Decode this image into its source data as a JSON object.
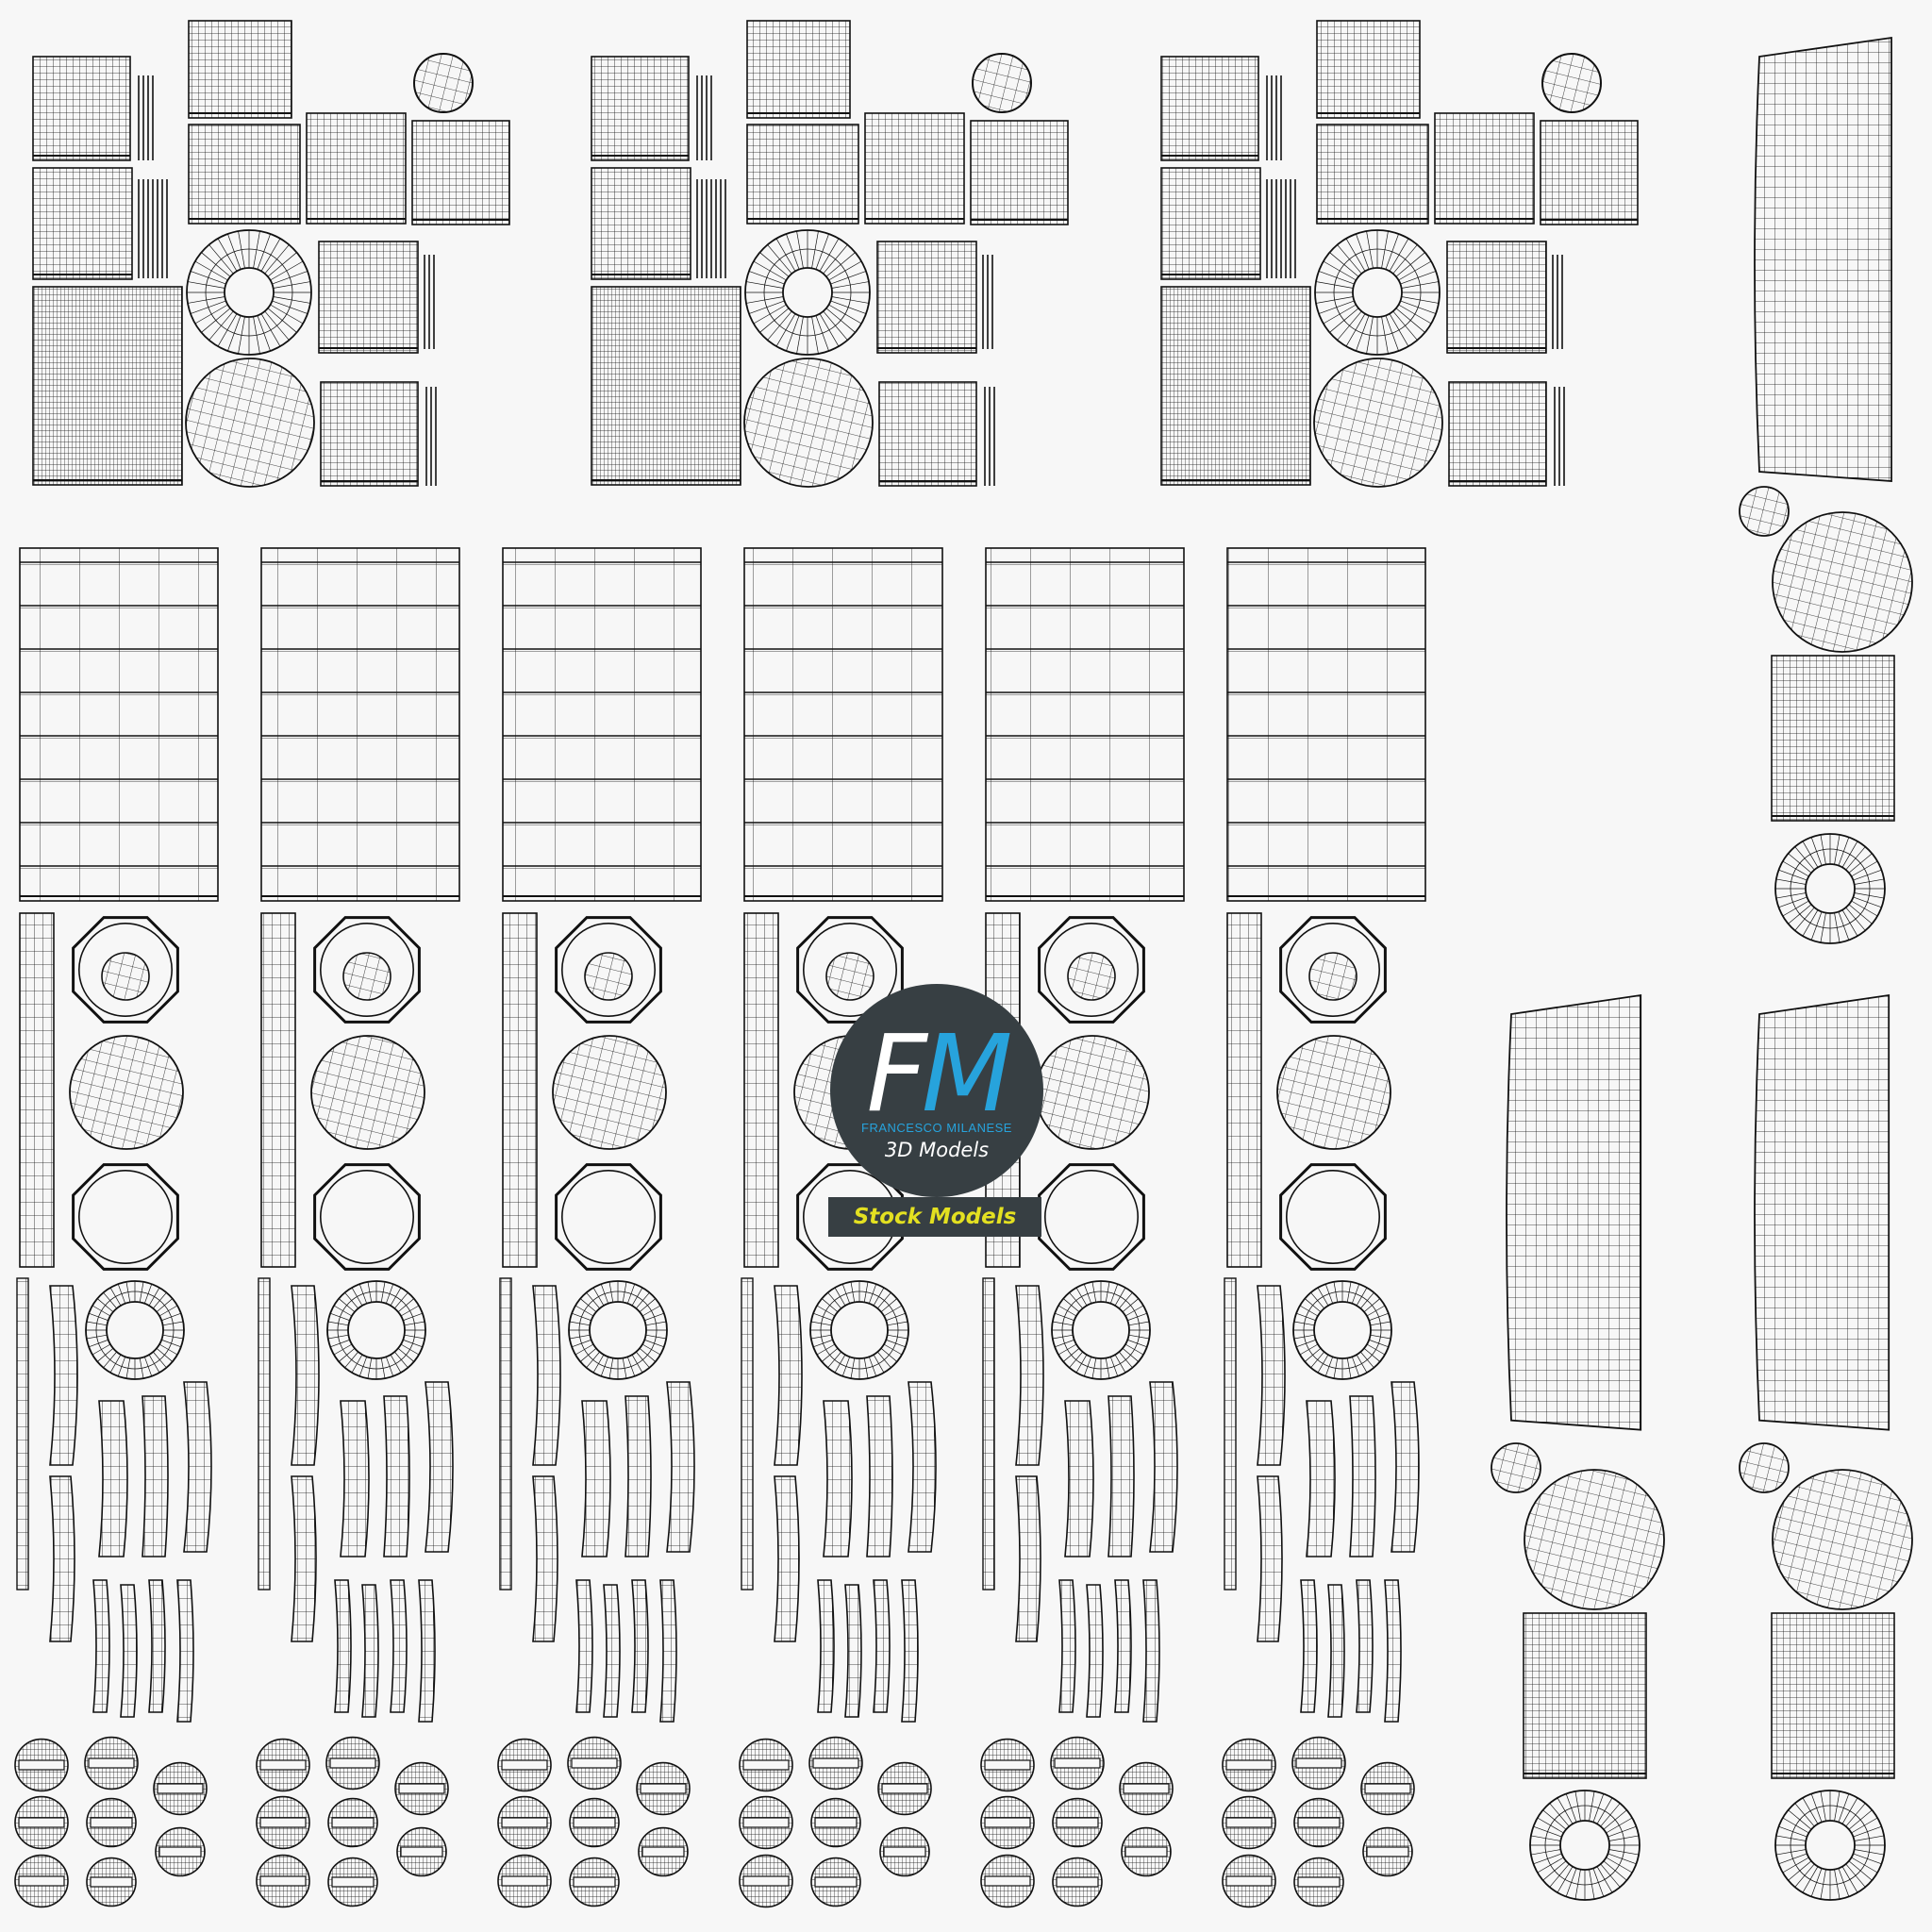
{
  "logo": {
    "letter_f": "F",
    "letter_m": "M",
    "brand": "FRANCESCO MILANESE",
    "tagline": "3D Models",
    "banner": "Stock Models"
  },
  "colors": {
    "background": "#f7f7f7",
    "wire": "#111111",
    "logo_dark": "#373f43",
    "logo_blue": "#27a3dc",
    "logo_yellow": "#e3e021"
  }
}
